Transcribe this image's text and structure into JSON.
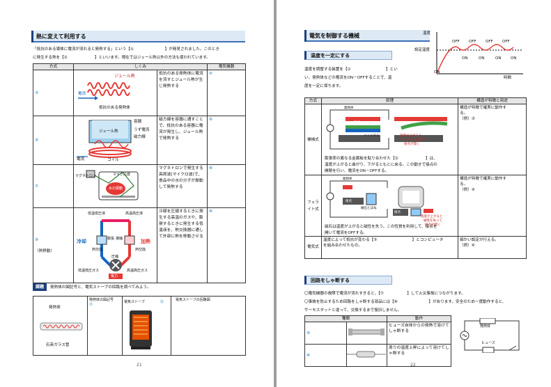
{
  "left": {
    "title": "熱に変えて利用する",
    "intro1": "「抵抗のある導体に電流が流れると発熱する」という【①　　　　　　　　】が発見されました。このとき",
    "intro2": "に発生する熱を【②　　　　　　　】といいます。現在ではジュール熱以外の方法も使われています。",
    "headers": [
      "方式",
      "しくみ",
      "電気機器"
    ],
    "rows": [
      {
        "num": "③",
        "desc": "抵抗のある発熱体に電流を流すとジュール熱が生じ発熱する",
        "dev": "④",
        "fig": [
          "ジュール熱",
          "電流",
          "抵抗のある発熱体"
        ]
      },
      {
        "num": "⑤",
        "desc": "磁力線を容器に通すことで、抵抗のある容器に電流が発生し、ジュール熱で発熱する",
        "dev": "⑥",
        "fig": [
          "容器",
          "ジュール熱",
          "うず電流",
          "磁力線",
          "電流",
          "コイル"
        ]
      },
      {
        "num": "⑦",
        "desc": "マグネトロンで発生する高周波(マイクロ波)で、食品中の水の分子が振動して発熱する",
        "dev": "⑧",
        "fig": [
          "マグネトロン",
          "マイクロ波",
          "水の振動"
        ]
      },
      {
        "num": "⑨",
        "num2": "（熱移動）",
        "desc": "冷媒を圧縮するときに発生する高温のガスや、膨張するときに発生する低温液を、熱交換器に通して外部に熱を移動させる",
        "dev": "⑩",
        "fig": [
          "低温低圧液",
          "高温高圧液",
          "冷却",
          "加熱",
          "膨張",
          "凝縮",
          "熱交換",
          "熱交換",
          "圧縮",
          "低温低圧ガス",
          "高温高圧ガス",
          "電力"
        ]
      }
    ],
    "task_badge": "課題",
    "task_text": "発熱体の図記号と、電気ストーブの回路を調べてみよう。",
    "task_labels": {
      "heater": "発熱体",
      "symbol": "発熱体の図記号",
      "symbol_no": "⑪",
      "stove": "電気ストーブ",
      "stove_no": "⑫",
      "circuit": "電気ストーブの回路図",
      "tube": "石英ガラス管"
    },
    "page": "21"
  },
  "right": {
    "title": "電気を制御する機械",
    "graph": {
      "ylabel1": "温度",
      "ylabel2": "設定温度",
      "xlabel": "時間",
      "on0": "ON",
      "offs": [
        "OFF",
        "OFF",
        "OFF",
        "OFF"
      ],
      "ons": [
        "ON",
        "ON",
        "ON",
        "ON"
      ]
    },
    "sub1": "温度を一定にする",
    "p1a": "温度を調整する装置を【①　　　　　　　　　】とい",
    "p1b": "い、発熱体などの電流をON－OFFすることで、温",
    "p1c": "度を一定に保ちます。",
    "headers": [
      "方式",
      "原理",
      "構造が特徴と用途"
    ],
    "rows": [
      {
        "method": "機械式",
        "desc1": "膨張率の異なる金属板を貼り合わせた【②　　　　　　　】は、",
        "desc2": "温度が上がると曲がり、下がるともとに戻る。この動きで接点の",
        "desc3": "開閉を行い、電流をON－OFFする。",
        "feat1": "構造が特徴で確実に動作す",
        "feat2": "る。",
        "ex": "（例）③",
        "fig": [
          "発熱体",
          "接点",
          "バイメタル",
          "温度が上がると",
          "バイメタルが曲がり",
          "接点が開く"
        ]
      },
      {
        "method": "フェライト式",
        "desc1": "磁石は温度が上がると磁性を失う。この性質を利用して、接点を",
        "desc2": "開いて電流をOFFする。",
        "feat1": "構造が特徴で確実に動作す",
        "feat2": "る。",
        "ex": "（例）④",
        "fig": [
          "発熱体",
          "接点",
          "磁石とばね",
          "接点",
          "温度が上がると",
          "磁性を失って",
          "接点が開く"
        ]
      },
      {
        "method": "電気式",
        "desc1": "温度によって抵抗が変わる【⑤　　　　　　　　　】とコンピュータ",
        "desc2": "を組み合わせたもの。",
        "feat1": "細かい設定が行える。",
        "ex": "（例）⑥"
      }
    ],
    "sub2": "回路をしゃ断する",
    "p2a": "〇電気機器の故障で電流が流れすぎると、【⑦　　　　　　】して火災事故につながります。",
    "p2b": "〇事故を防止するため回路をしゃ断する部品には【⑧　　　　　　　　】があります。安全のため一度動作すると、",
    "p2c": "サーモスタットと違って、交換するまで復旧しません。",
    "headers2": [
      "種類",
      "動作"
    ],
    "rows2": [
      {
        "num": "⑨",
        "desc": "ヒューズ自体からの発熱で溶けてしゃ断する"
      },
      {
        "num": "⑩",
        "desc": "周りの温度上昇によって溶けてしゃ断する"
      }
    ],
    "circuit": {
      "heater": "発熱体",
      "fuse": "ヒューズ"
    },
    "page": "22"
  },
  "colors": {
    "accent": "#1b3f7a",
    "red": "#e53935",
    "blue": "#1565c0"
  }
}
